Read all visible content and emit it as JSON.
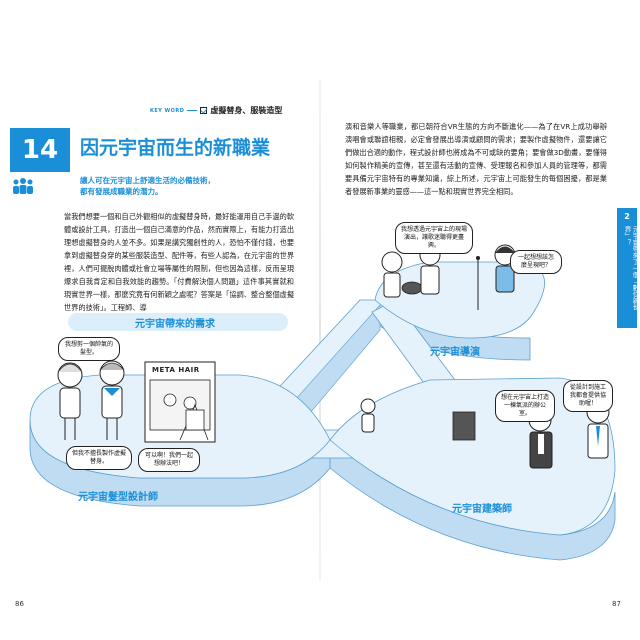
{
  "keyword": {
    "label": "KEY WORD",
    "text": "虛擬替身、服裝造型"
  },
  "chapter": {
    "number": "14",
    "title": "因元宇宙而生的新職業",
    "subtitle_lines": [
      "讓人可在元宇宙上舒適生活的必備技術，",
      "都有發展成職業的潛力。"
    ]
  },
  "body_left": "當我們想要一個和自己外觀相似的虛擬替身時，最好能運用自己手邊的軟體或設計工具，打造出一個自己滿意的作品，然而實際上，有能力打造出理想虛擬替身的人並不多。如果是講究獨創性的人，恐怕不僅付錢，也要拿到虛擬替身穿的某些服裝造型、配件等，有些人認為，在元宇宙的世界裡，人們可擺脫肉體或社會立場等屬性的限制，但也因為這樣，反而呈現爆求自我肯定和自我效能的趨勢。「付費解決個人問題」這件事其實就和現實世界一樣，那麼究竟有何新穎之處呢？答案是「協調、整合整個虛擬世界的技術」。工程師、導",
  "body_right": "演和音樂人等職業，都已朝符合VR生態的方向不斷進化——為了在VR上成功舉辦演唱會或聯誼相親，必定會發展出導演或顧問的需求；要製作虛擬物件，還要讓它們做出合適的動作，程式設計師也將成為不可或缺的要角；要會做3D動畫，要懂得如何製作精美的宣傳，甚至還有活動的宣傳、受理報名和參加人員的管理等，都需要具備元宇宙特有的專業知識，綜上所述，元宇宙上可能發生的每個困擾，都是業者發展新事業的靈感——這一點和現實世界完全相同。",
  "section_title": "元宇宙帶來的需求",
  "side_tab": {
    "number": "2",
    "text": "元宇宙帶來了一個「數位新世界」？"
  },
  "page_numbers": {
    "left": "86",
    "right": "87"
  },
  "illustration": {
    "labels": {
      "hair_designer": "元宇宙髮型設計師",
      "director": "元宇宙導演",
      "architect": "元宇宙建築師"
    },
    "sign": "META HAIR",
    "bubbles": {
      "want_hair": "我想剪一個帥氣的髮型。",
      "cant_make": "但我不擅長製作虛擬替身。",
      "can_do": "可以啊！我們一起想辦法吧！",
      "want_show": "我想透過元宇宙上的現場演出，讓歌迷聽得更盡興。",
      "together": "一起想想該怎麼呈現吧？",
      "build_office": "想在元宇宙上打造一棟氣派的辦公室。",
      "leave_to_me": "從設計到施工我都會提供協助喔！"
    }
  },
  "colors": {
    "accent": "#1a8fd8",
    "platform_top": "#e6f2fb",
    "platform_side": "#bfdcf2"
  }
}
